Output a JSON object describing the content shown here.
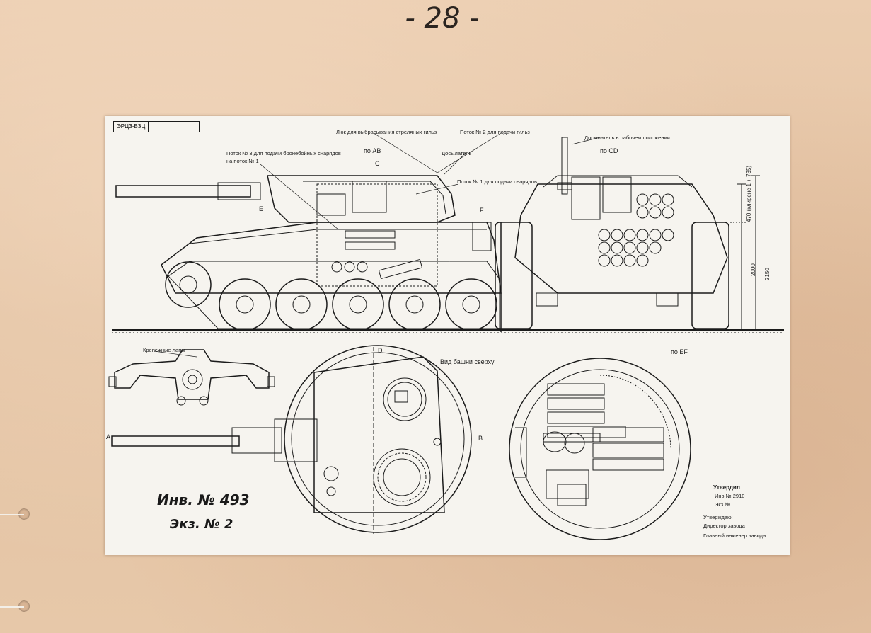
{
  "page": {
    "number": "- 28 -"
  },
  "sheet": {
    "stamp_code": "ЭРЦЗ-ВЗЦ",
    "labels": {
      "hatch_spent": "Люк для выбрасывания стреляных гильз",
      "flow2": "Поток № 2 для подачи гильз",
      "dosylatel": "Досылатель",
      "rammer_position": "Досылатель в рабочем положении",
      "flow3": "Поток № 3 для подачи бронебойных снарядов",
      "flow3b": "на поток № 1",
      "flow1": "Поток № 1 для подачи снарядов",
      "mount_lugs": "Крепежные лапы",
      "turret_top": "Вид башни сверху"
    },
    "sections": {
      "ab": "по АВ",
      "cd": "по CD",
      "ef": "по EF"
    },
    "markers": {
      "e": "E",
      "f": "F",
      "d": "D",
      "a": "A",
      "b": "B",
      "c": "C"
    },
    "dimensions": {
      "h2000": "2000",
      "h2150": "2150",
      "clearance": "470 (клиренс 1 + 735)"
    },
    "inventory": {
      "inv": "Инв. № 493",
      "copy": "Экз. № 2"
    },
    "approval": {
      "signature": "Утвердил",
      "inv_no": "Инв № 2910",
      "copy_no": "Экз №",
      "approved": "Утверждаю:",
      "director": "Директор завода",
      "chief_engineer": "Главный инженер завода"
    }
  }
}
